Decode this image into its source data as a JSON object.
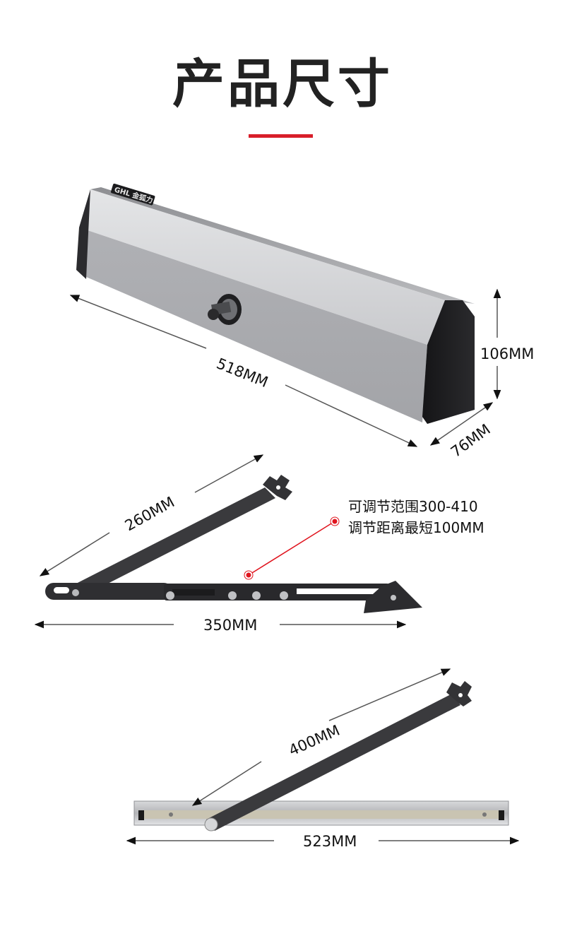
{
  "header": {
    "title": "产品尺寸",
    "accent_color": "#d81e2a"
  },
  "closer_body": {
    "brand_label": "GHL 金狐力",
    "length_label": "518MM",
    "height_label": "106MM",
    "depth_label": "76MM"
  },
  "standard_arm": {
    "upper_arm_label": "260MM",
    "total_length_label": "350MM",
    "note_line_1": "可调节范围300-410",
    "note_line_2": "调节距离最短100MM",
    "note_marker_color": "#e0141e"
  },
  "slide_arm": {
    "arm_label": "400MM",
    "track_length_label": "523MM"
  }
}
